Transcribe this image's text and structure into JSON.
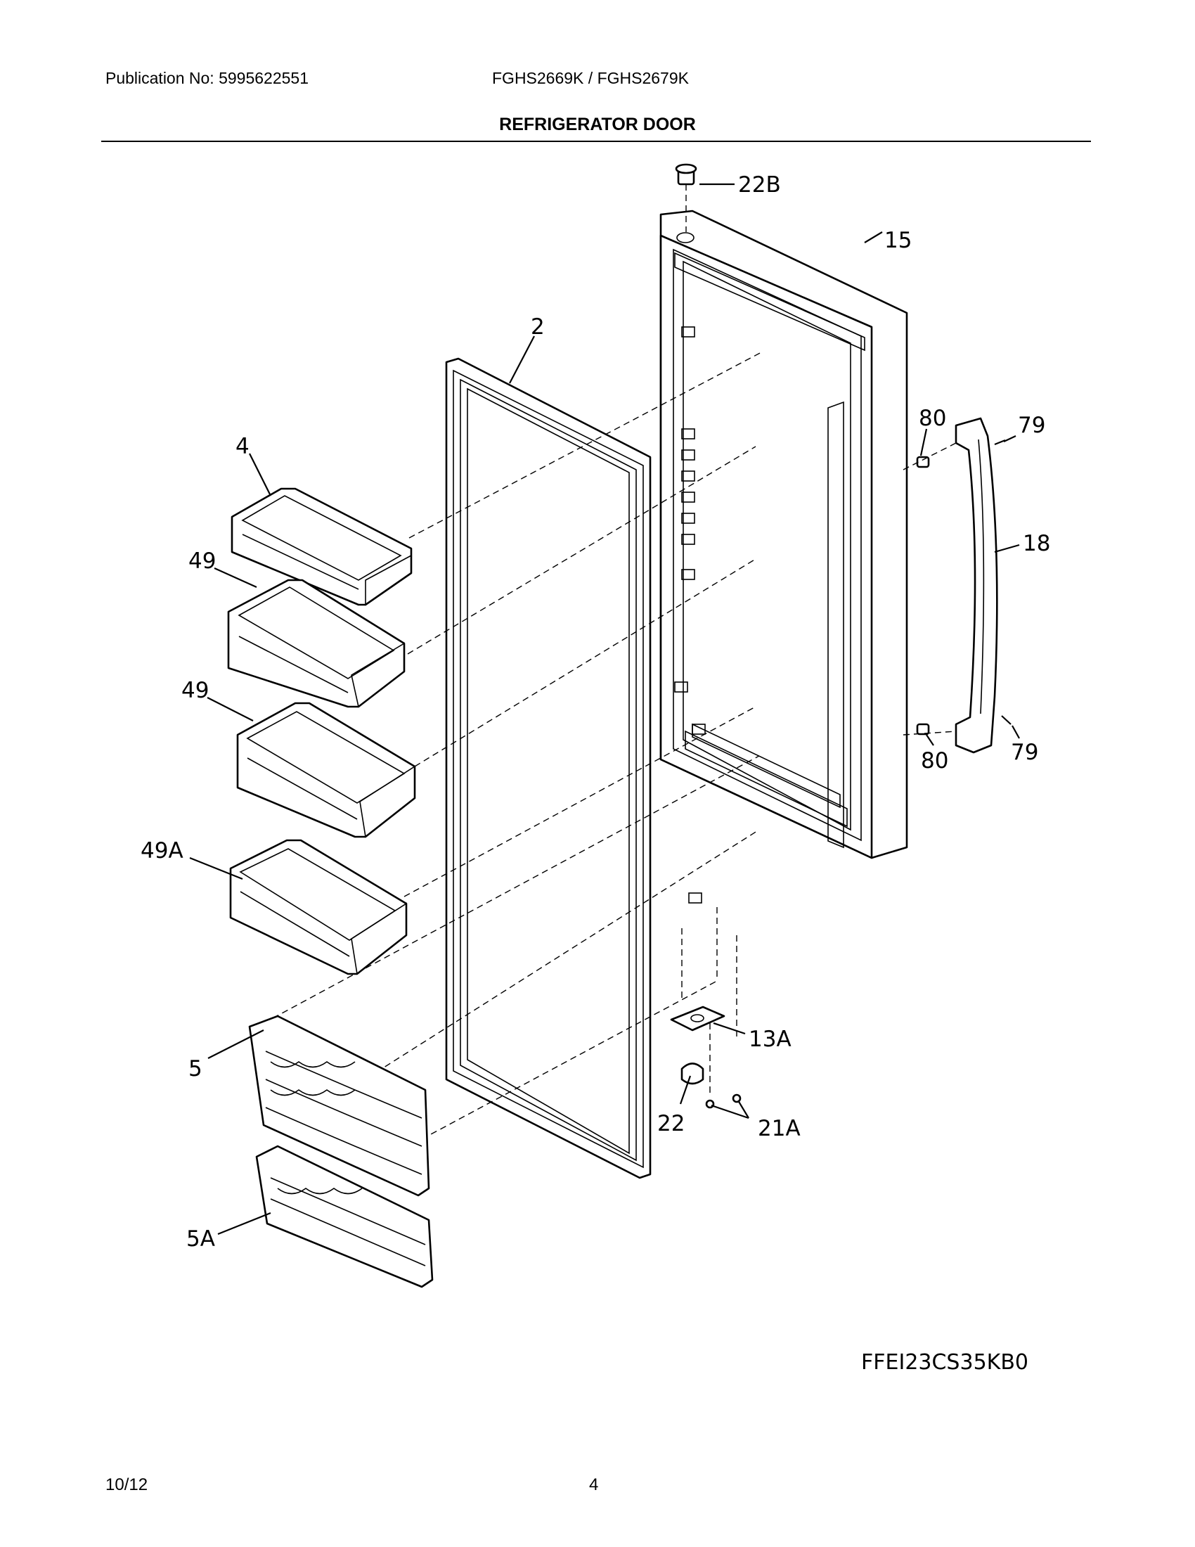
{
  "header": {
    "publication": "Publication No: 5995622551",
    "models": "FGHS2669K / FGHS2679K",
    "title": "REFRIGERATOR DOOR"
  },
  "callouts": {
    "p22b": "22B",
    "p15": "15",
    "p2": "2",
    "p4": "4",
    "p49a_top": "49",
    "p49b_mid": "49",
    "p49a": "49A",
    "p80_top": "80",
    "p79_top": "79",
    "p18": "18",
    "p80_bot": "80",
    "p79_bot": "79",
    "p5": "5",
    "p13a": "13A",
    "p22": "22",
    "p21a": "21A",
    "p5a": "5A"
  },
  "diagram_code": "FFEI23CS35KB0",
  "footer": {
    "date": "10/12",
    "page": "4"
  }
}
